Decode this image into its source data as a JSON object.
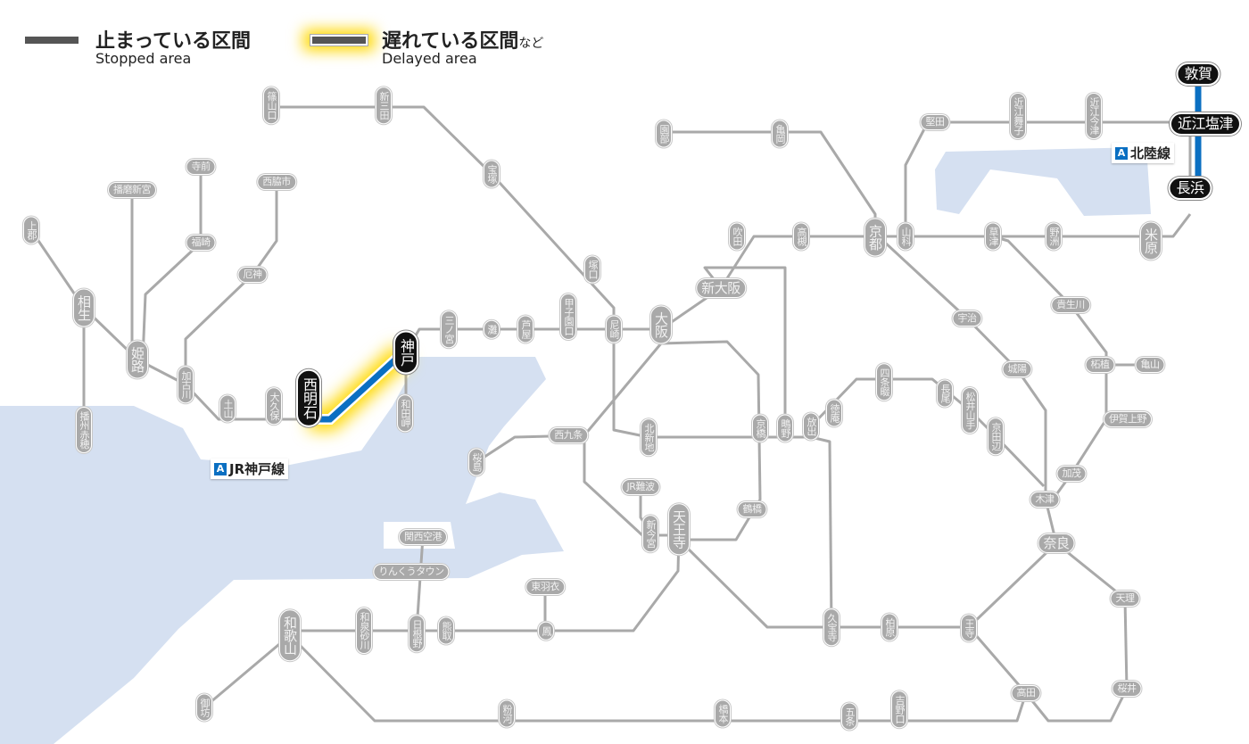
{
  "legend": {
    "stopped_title": "止まっている区間",
    "stopped_sub": "Stopped area",
    "delayed_title": "遅れている区間",
    "delayed_suffix": "など",
    "delayed_sub": "Delayed area"
  },
  "colors": {
    "stopped": "#555555",
    "delayed": "#0a6fc2",
    "glow": "#ffd800",
    "line": "#a9a9a9",
    "water": "#d5e0f1"
  },
  "line_labels": [
    {
      "icon": "A",
      "name": "JR神戸線"
    },
    {
      "icon": "A",
      "name": "北陸線"
    }
  ],
  "stations": [
    "篠山口",
    "新三田",
    "宝塚",
    "寺前",
    "播磨新宮",
    "西脇市",
    "上郡",
    "福崎",
    "厄神",
    "相生",
    "姫路",
    "加古川",
    "土山",
    "大久保",
    "西明石",
    "神戸",
    "三ノ宮",
    "灘",
    "芦屋",
    "甲子園口",
    "塚口",
    "尼崎",
    "和田岬",
    "大阪",
    "新大阪",
    "吹田",
    "高槻",
    "京都",
    "山科",
    "園部",
    "亀岡",
    "堅田",
    "近江舞子",
    "近江今津",
    "敦賀",
    "近江塩津",
    "長浜",
    "草津",
    "野洲",
    "米原",
    "宇治",
    "貴生川",
    "城陽",
    "柘植",
    "亀山",
    "伊賀上野",
    "四条畷",
    "長尾",
    "松井山手",
    "京田辺",
    "徳庵",
    "放出",
    "鴫野",
    "京橋",
    "北新地",
    "西九条",
    "桜島",
    "加茂",
    "木津",
    "JR難波",
    "鶴橋",
    "新今宮",
    "天王寺",
    "奈良",
    "関西空港",
    "りんくうタウン",
    "東羽衣",
    "和歌山",
    "和泉砂川",
    "日根野",
    "熊取",
    "鳳",
    "天理",
    "久宝寺",
    "柏原",
    "王寺",
    "播州赤穂",
    "御坊",
    "粉河",
    "橋本",
    "五条",
    "吉野口",
    "高田",
    "桜井"
  ]
}
